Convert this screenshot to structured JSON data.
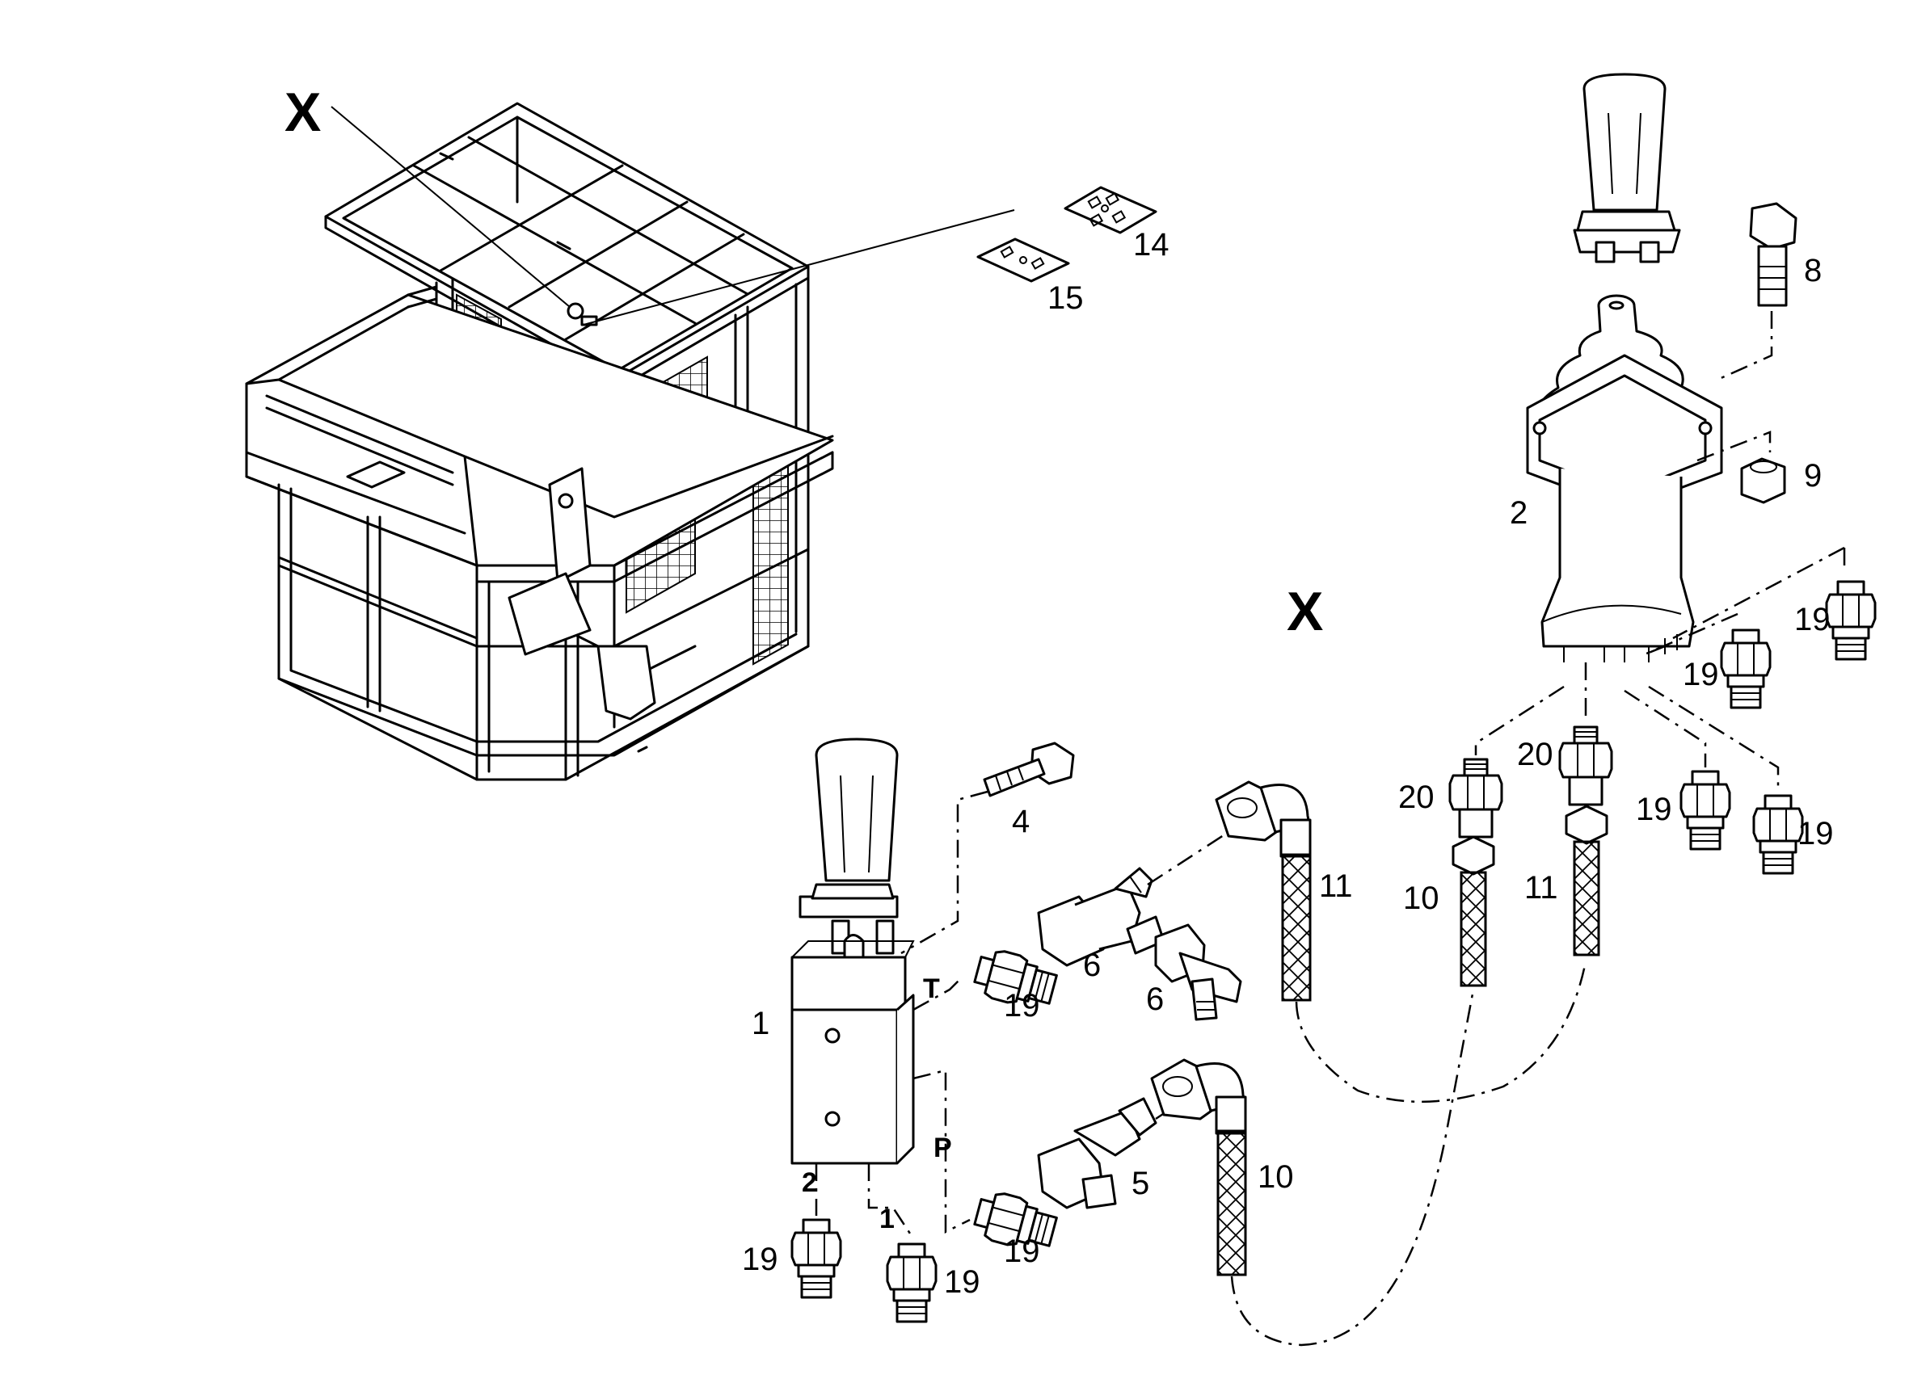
{
  "view_marker": "X",
  "labels": {
    "p1": "1",
    "p2": "2",
    "p4": "4",
    "p5": "5",
    "p6a": "6",
    "p6b": "6",
    "p8": "8",
    "p9": "9",
    "p10a": "10",
    "p10b": "10",
    "p11a": "11",
    "p11b": "11",
    "p14": "14",
    "p15": "15",
    "p19a": "19",
    "p19b": "19",
    "p19c": "19",
    "p19d": "19",
    "p19e": "19",
    "p19f": "19",
    "p19g": "19",
    "p19h": "19",
    "p20a": "20",
    "p20b": "20"
  },
  "ports": {
    "T": "T",
    "P": "P",
    "port2": "2",
    "port1": "1"
  }
}
